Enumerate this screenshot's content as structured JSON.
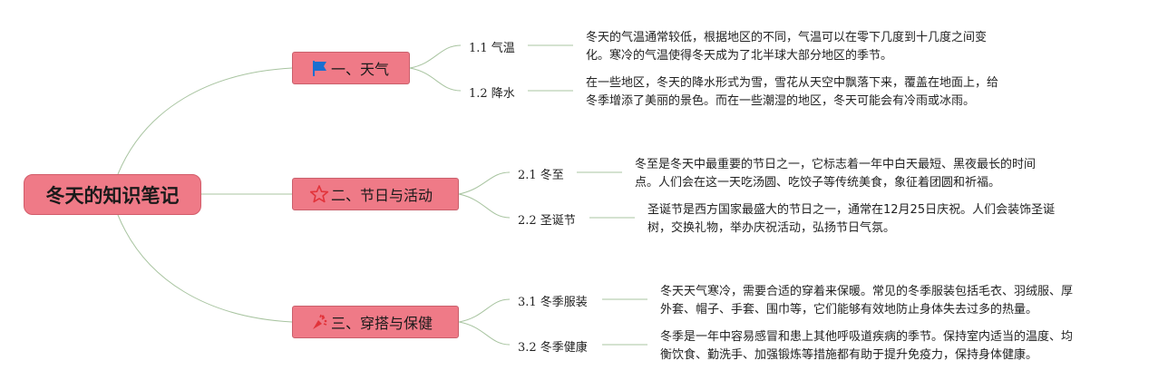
{
  "root": {
    "title": "冬天的知识笔记"
  },
  "colors": {
    "node_fill": "#ef7a87",
    "line": "#a8c4a0",
    "flag_icon": "#1a6fd1",
    "star_icon": "#e2333a"
  },
  "branches": [
    {
      "title": "一、天气",
      "icon": "flag-icon",
      "subs": [
        {
          "label": "1.1 气温",
          "lines": [
            "冬天的气温通常较低，根据地区的不同，气温可以在零下几度到十几度之间变",
            "化。寒冷的气温使得冬天成为了北半球大部分地区的季节。"
          ]
        },
        {
          "label": "1.2 降水",
          "lines": [
            "在一些地区，冬天的降水形式为雪，雪花从天空中飘落下来，覆盖在地面上，给",
            "冬季增添了美丽的景色。而在一些潮湿的地区，冬天可能会有冷雨或冰雨。"
          ]
        }
      ]
    },
    {
      "title": "二、节日与活动",
      "icon": "star-icon",
      "subs": [
        {
          "label": "2.1 冬至",
          "lines": [
            "冬至是冬天中最重要的节日之一，它标志着一年中白天最短、黑夜最长的时间",
            "点。人们会在这一天吃汤圆、吃饺子等传统美食，象征着团圆和祈福。"
          ]
        },
        {
          "label": "2.2 圣诞节",
          "lines": [
            "圣诞节是西方国家最盛大的节日之一，通常在12月25日庆祝。人们会装饰圣诞",
            "树，交换礼物，举办庆祝活动，弘扬节日气氛。"
          ]
        }
      ]
    },
    {
      "title": "三、穿搭与保健",
      "icon": "party-popper-icon",
      "subs": [
        {
          "label": "3.1 冬季服装",
          "lines": [
            "冬天天气寒冷，需要合适的穿着来保暖。常见的冬季服装包括毛衣、羽绒服、厚",
            "外套、帽子、手套、围巾等，它们能够有效地防止身体失去过多的热量。"
          ]
        },
        {
          "label": "3.2 冬季健康",
          "lines": [
            "冬季是一年中容易感冒和患上其他呼吸道疾病的季节。保持室内适当的温度、均",
            "衡饮食、勤洗手、加强锻炼等措施都有助于提升免疫力，保持身体健康。"
          ]
        }
      ]
    }
  ]
}
